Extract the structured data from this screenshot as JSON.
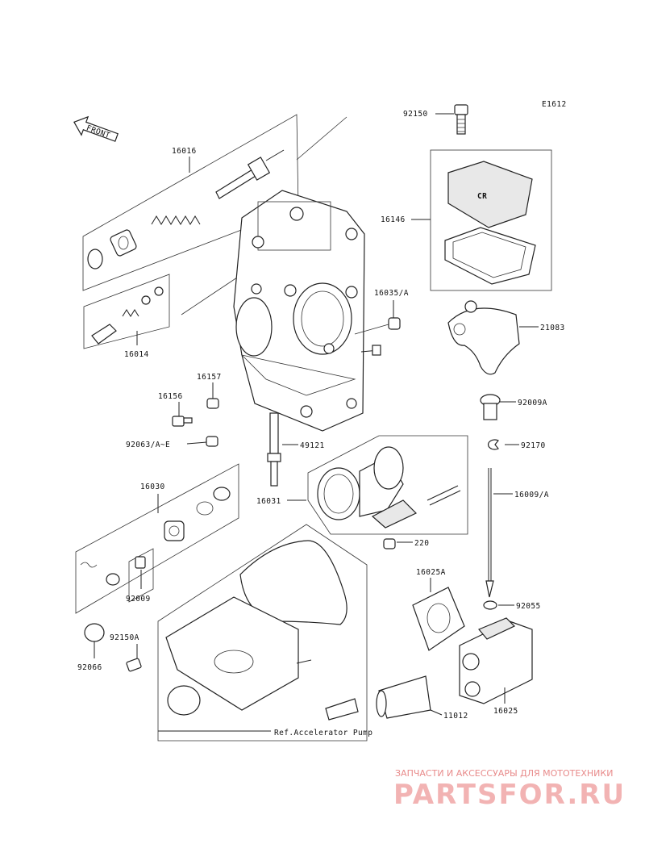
{
  "diagram_code": "E1612",
  "front_label": "FRONT",
  "parts": {
    "p92150": "92150",
    "p16016": "16016",
    "p16146": "16146",
    "p16035A": "16035/A",
    "p21083": "21083",
    "p16014": "16014",
    "p16157": "16157",
    "p16156": "16156",
    "p92009A": "92009A",
    "p92063": "92063/A~E",
    "p49121": "49121",
    "p92170": "92170",
    "p16030": "16030",
    "p16031": "16031",
    "p16009A": "16009/A",
    "p220": "220",
    "p92009": "92009",
    "p16025A": "16025A",
    "p92055": "92055",
    "p92150A": "92150A",
    "p92066": "92066",
    "p11012": "11012",
    "p16025": "16025"
  },
  "cover_text": "CR",
  "ref_note": "Ref.Accelerator Pump",
  "watermark": {
    "tagline": "ЗАПЧАСТИ И АКСЕССУАРЫ ДЛЯ МОТОТЕХНИКИ",
    "brand": "PARTSFOR.RU"
  }
}
